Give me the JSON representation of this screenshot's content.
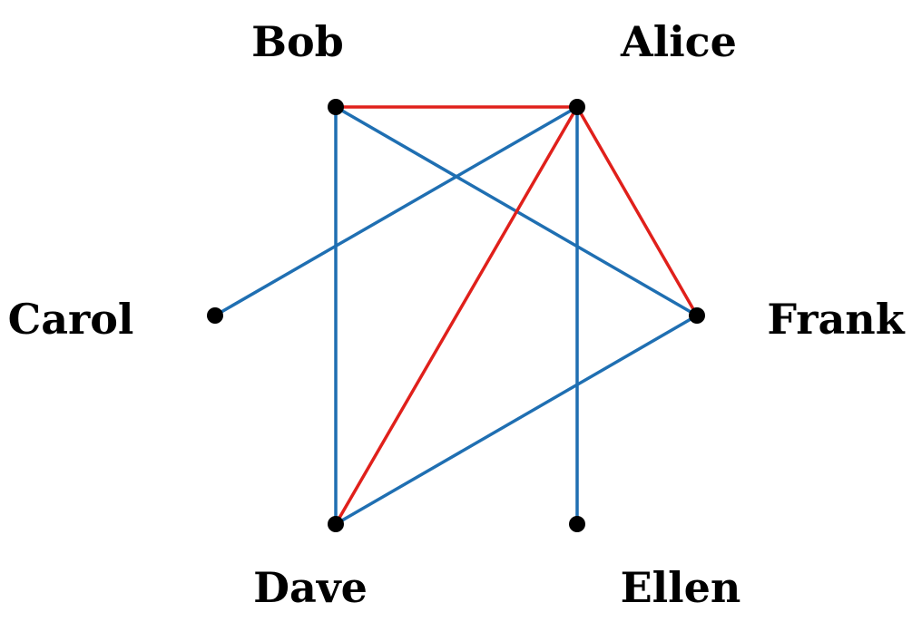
{
  "colors": {
    "red": "#e0201b",
    "blue": "#1f6fb2",
    "node": "#000000"
  },
  "nodes": [
    {
      "id": "Alice",
      "label": "Alice"
    },
    {
      "id": "Bob",
      "label": "Bob"
    },
    {
      "id": "Carol",
      "label": "Carol"
    },
    {
      "id": "Dave",
      "label": "Dave"
    },
    {
      "id": "Ellen",
      "label": "Ellen"
    },
    {
      "id": "Frank",
      "label": "Frank"
    }
  ],
  "edges": [
    {
      "source": "Bob",
      "target": "Alice",
      "color": "red"
    },
    {
      "source": "Alice",
      "target": "Dave",
      "color": "red"
    },
    {
      "source": "Alice",
      "target": "Frank",
      "color": "red"
    },
    {
      "source": "Alice",
      "target": "Carol",
      "color": "blue"
    },
    {
      "source": "Alice",
      "target": "Ellen",
      "color": "blue"
    },
    {
      "source": "Bob",
      "target": "Dave",
      "color": "blue"
    },
    {
      "source": "Bob",
      "target": "Frank",
      "color": "blue"
    },
    {
      "source": "Dave",
      "target": "Frank",
      "color": "blue"
    }
  ]
}
